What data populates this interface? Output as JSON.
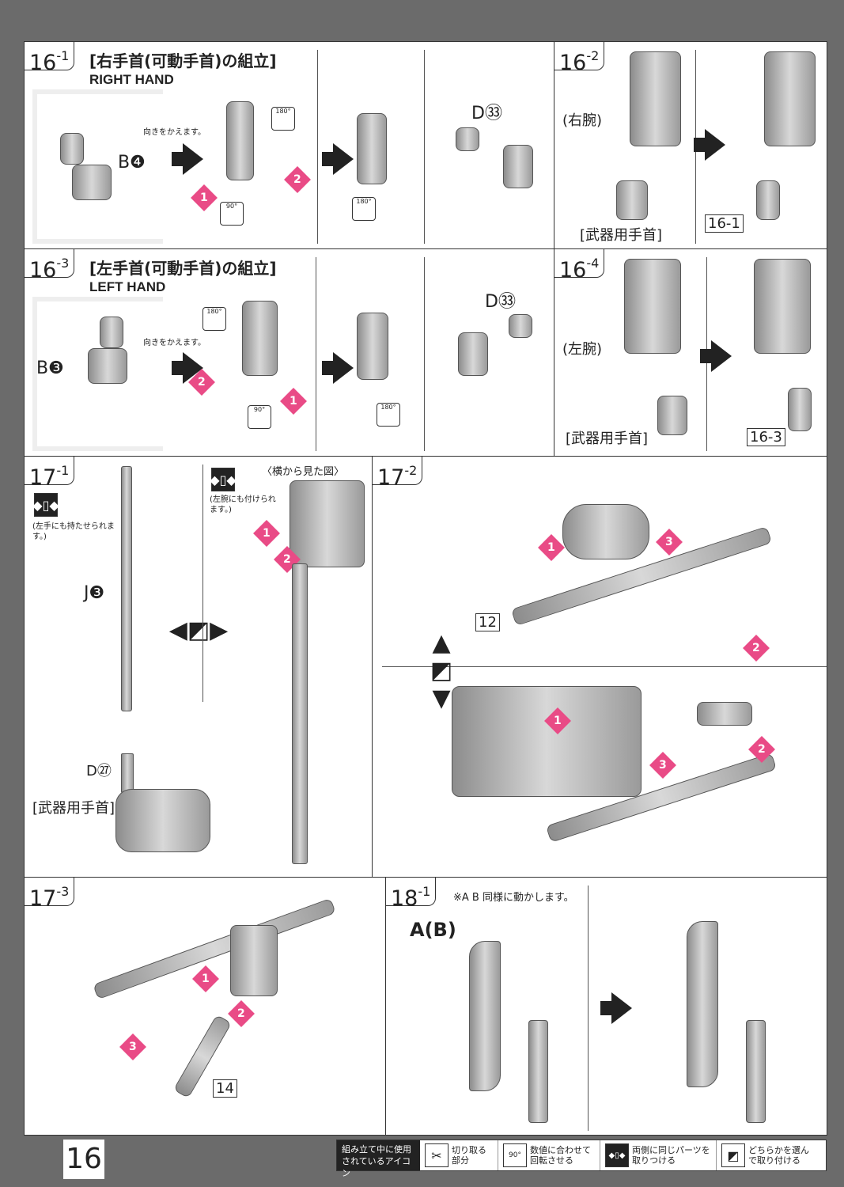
{
  "page_number": "16",
  "steps": {
    "s16_1": {
      "num": "16",
      "sub": "1",
      "title": "[右手首(可動手首)の組立]",
      "subtitle": "RIGHT HAND",
      "note": "向きをかえます。",
      "part_b": "B❹",
      "part_d": "D㉝",
      "rot1": "180°",
      "rot2": "90°",
      "rot3": "180°"
    },
    "s16_2": {
      "num": "16",
      "sub": "2",
      "arm": "(右腕)",
      "wrist": "[武器用手首]",
      "ref": "16-1"
    },
    "s16_3": {
      "num": "16",
      "sub": "3",
      "title": "[左手首(可動手首)の組立]",
      "subtitle": "LEFT HAND",
      "note": "向きをかえます。",
      "part_b": "B❸",
      "part_d": "D㉝",
      "rot1": "180°",
      "rot2": "90°",
      "rot3": "180°"
    },
    "s16_4": {
      "num": "16",
      "sub": "4",
      "arm": "(左腕)",
      "wrist": "[武器用手首]",
      "ref": "16-3"
    },
    "s17_1": {
      "num": "17",
      "sub": "1",
      "note_left": "(左手にも持たせられます。)",
      "note_right": "(左腕にも付けられます。)",
      "side_view": "〈横から見た図〉",
      "part_j": "J❸",
      "part_d": "D㉗",
      "wrist": "[武器用手首]"
    },
    "s17_2": {
      "num": "17",
      "sub": "2",
      "ref": "12"
    },
    "s17_3": {
      "num": "17",
      "sub": "3",
      "ref": "14"
    },
    "s18_1": {
      "num": "18",
      "sub": "1",
      "note": "※A B 同様に動かします。",
      "label": "A(B)"
    }
  },
  "legend": {
    "head": "組み立て中に使用されているアイコン",
    "items": [
      {
        "icon": "nipper-icon",
        "text": "切り取る部分"
      },
      {
        "icon": "rotate-90-icon",
        "text": "数値に合わせて回転させる"
      },
      {
        "icon": "both-sides-icon",
        "text": "両側に同じパーツを取りつける"
      },
      {
        "icon": "choose-one-icon",
        "text": "どちらかを選んで取り付ける"
      }
    ]
  }
}
